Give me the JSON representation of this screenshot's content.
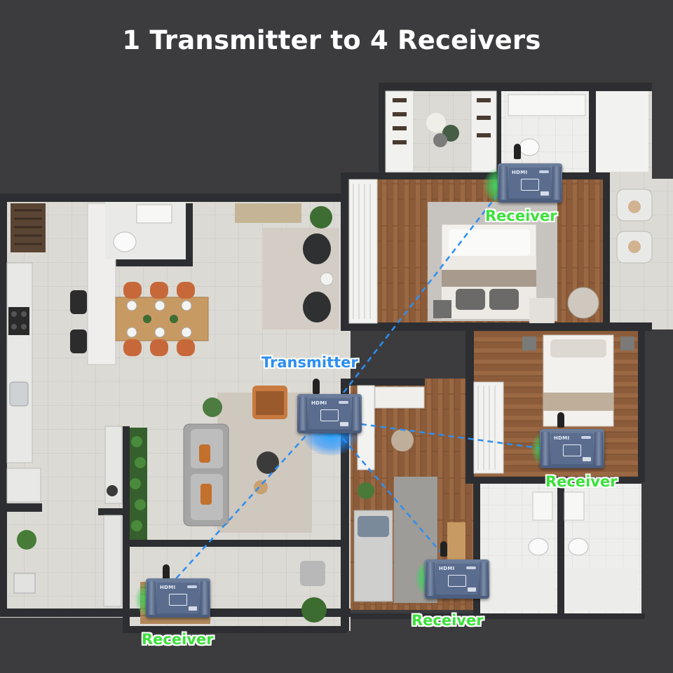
{
  "title": "1 Transmitter to 4 Receivers",
  "devices": {
    "transmitter": {
      "label": "Transmitter",
      "brand": "HDMI",
      "color": "#2d8ff0"
    },
    "receivers": [
      {
        "label": "Receiver",
        "brand": "HDMI",
        "color": "#3be23b"
      },
      {
        "label": "Receiver",
        "brand": "HDMI",
        "color": "#3be23b"
      },
      {
        "label": "Receiver",
        "brand": "HDMI",
        "color": "#3be23b"
      },
      {
        "label": "Receiver",
        "brand": "HDMI",
        "color": "#3be23b"
      }
    ]
  },
  "link_style": {
    "color": "#2d8ff0",
    "pattern": "dashed"
  },
  "palette": {
    "background": "#3c3c3e",
    "wall": "#2f3033",
    "tile_floor": "#d9d7d2",
    "wood_floor": "#8a5a38"
  }
}
